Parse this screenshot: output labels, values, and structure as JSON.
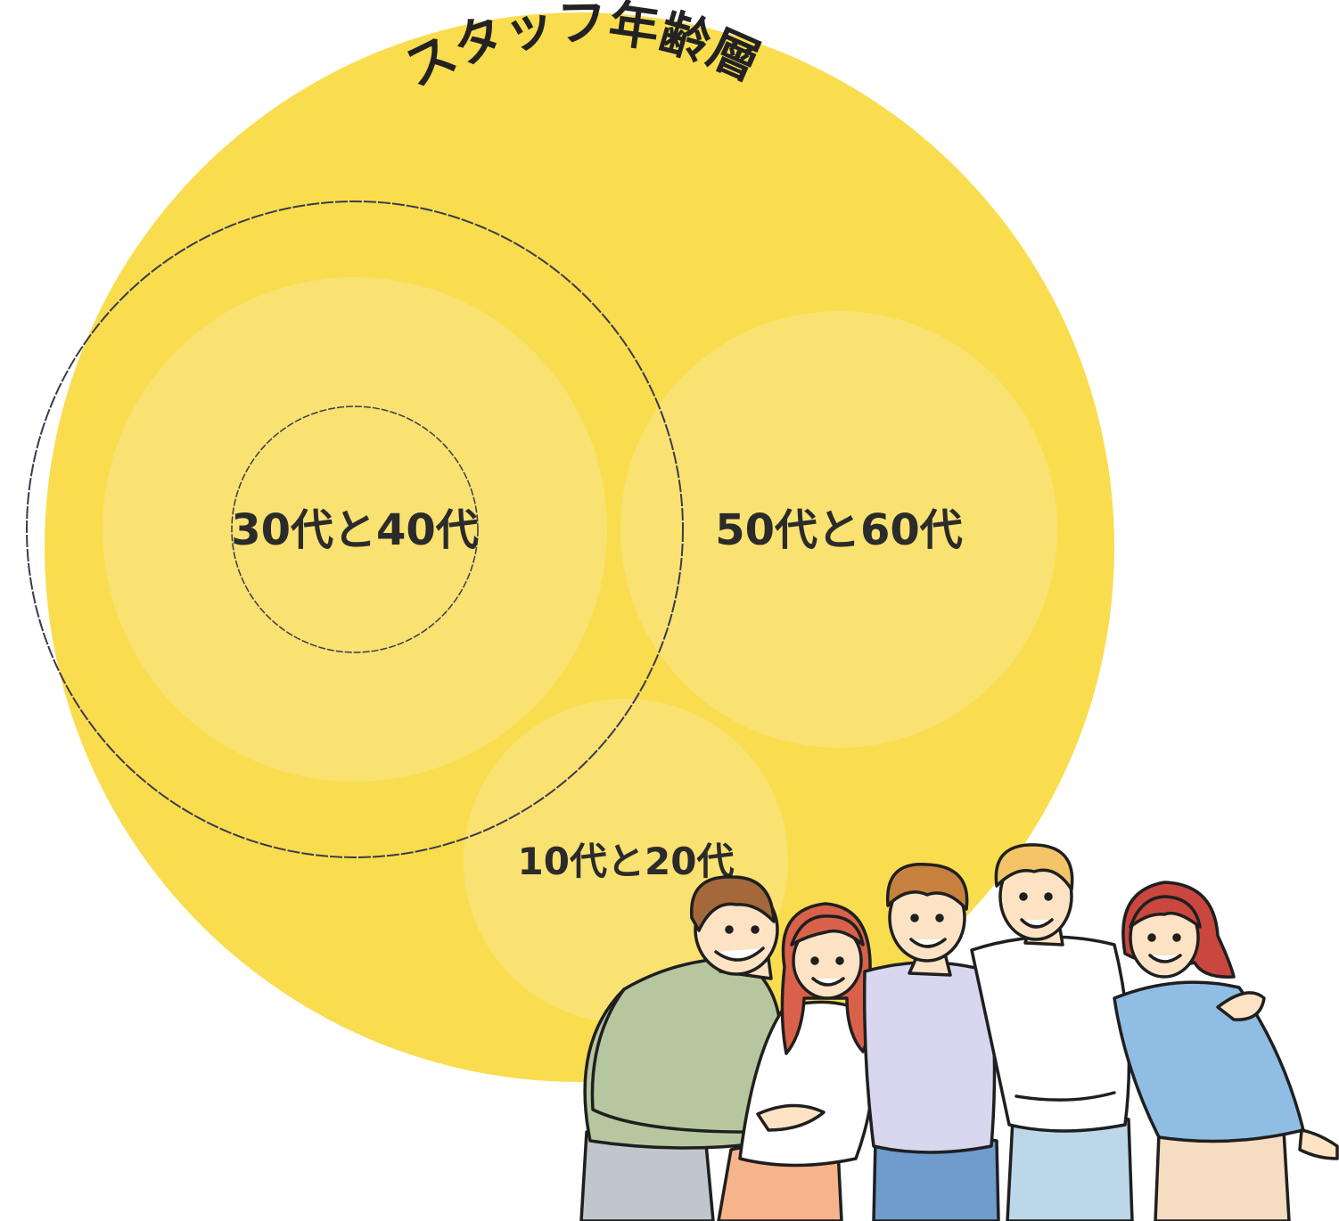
{
  "title": "スタッフ年齢層",
  "groups": {
    "age_30_40": {
      "label": "30代と40代"
    },
    "age_50_60": {
      "label": "50代と60代"
    },
    "age_10_20": {
      "label": "10代と20代"
    }
  },
  "colors": {
    "outer_circle": "#f9dd4f",
    "inner_circle": "#f9e272",
    "ring_stroke": "#3a3a4a",
    "text": "#2b2b2b",
    "background": "#ffffff"
  },
  "illustration": {
    "subject": "group-of-five-friends-hugging",
    "shirt_colors": [
      "#b6c79f",
      "#ffffff",
      "#d9d6f0",
      "#ffffff",
      "#8fbde3"
    ],
    "pants_colors": [
      "#bfc6cc",
      "#f6b48a",
      "#6f9ccc",
      "#bcd7e8",
      "#f6dcc0"
    ],
    "hair_colors": [
      "#a4683b",
      "#d9614a",
      "#c7813f",
      "#f3c468",
      "#c9473f"
    ],
    "skin_color": "#fde3c4"
  }
}
